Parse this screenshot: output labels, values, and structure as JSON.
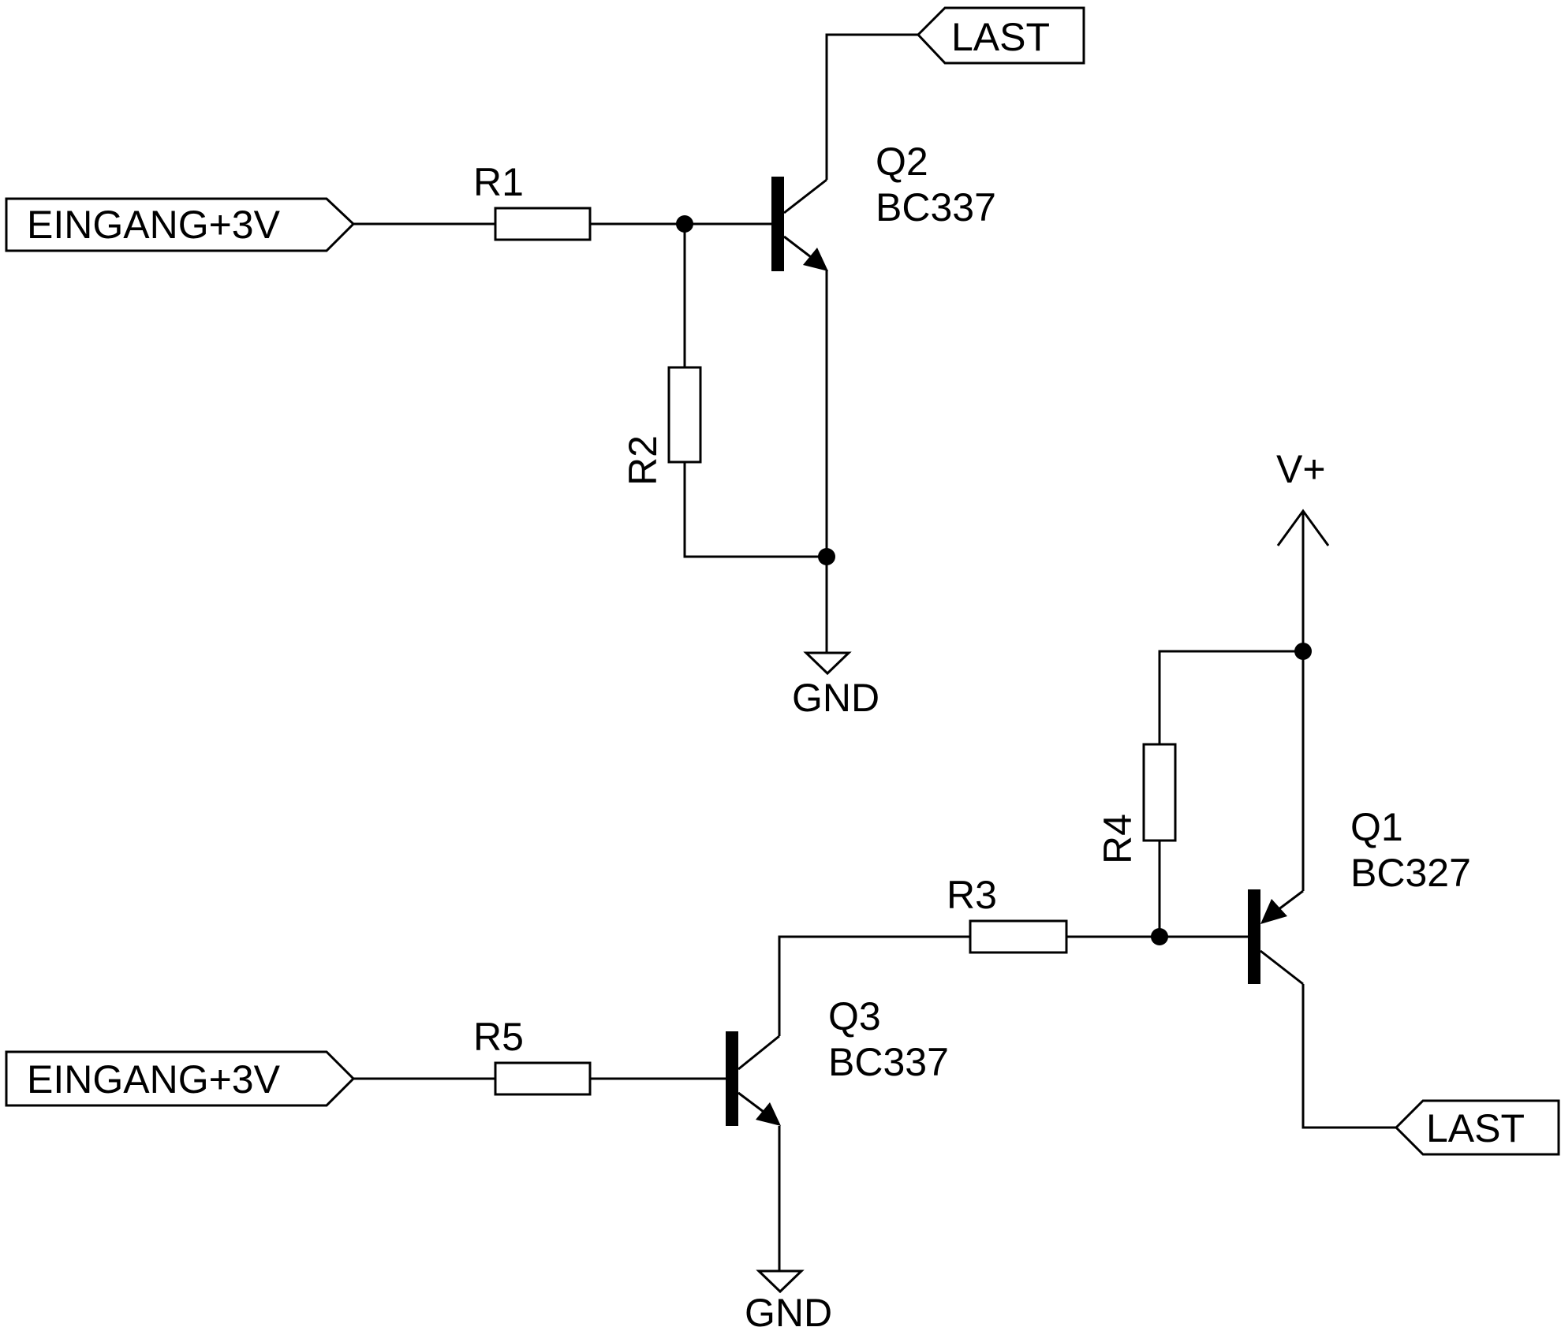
{
  "colors": {
    "ink": "#000000",
    "paper": "#ffffff"
  },
  "ports": {
    "in_top": "EINGANG+3V",
    "in_bottom": "EINGANG+3V",
    "last_top": "LAST",
    "last_bottom": "LAST"
  },
  "resistors": {
    "r1": "R1",
    "r2": "R2",
    "r3": "R3",
    "r4": "R4",
    "r5": "R5"
  },
  "transistors": {
    "q1": {
      "ref": "Q1",
      "part": "BC327"
    },
    "q2": {
      "ref": "Q2",
      "part": "BC337"
    },
    "q3": {
      "ref": "Q3",
      "part": "BC337"
    }
  },
  "power": {
    "supply": "V+",
    "gnd_top": "GND",
    "gnd_bottom": "GND"
  }
}
